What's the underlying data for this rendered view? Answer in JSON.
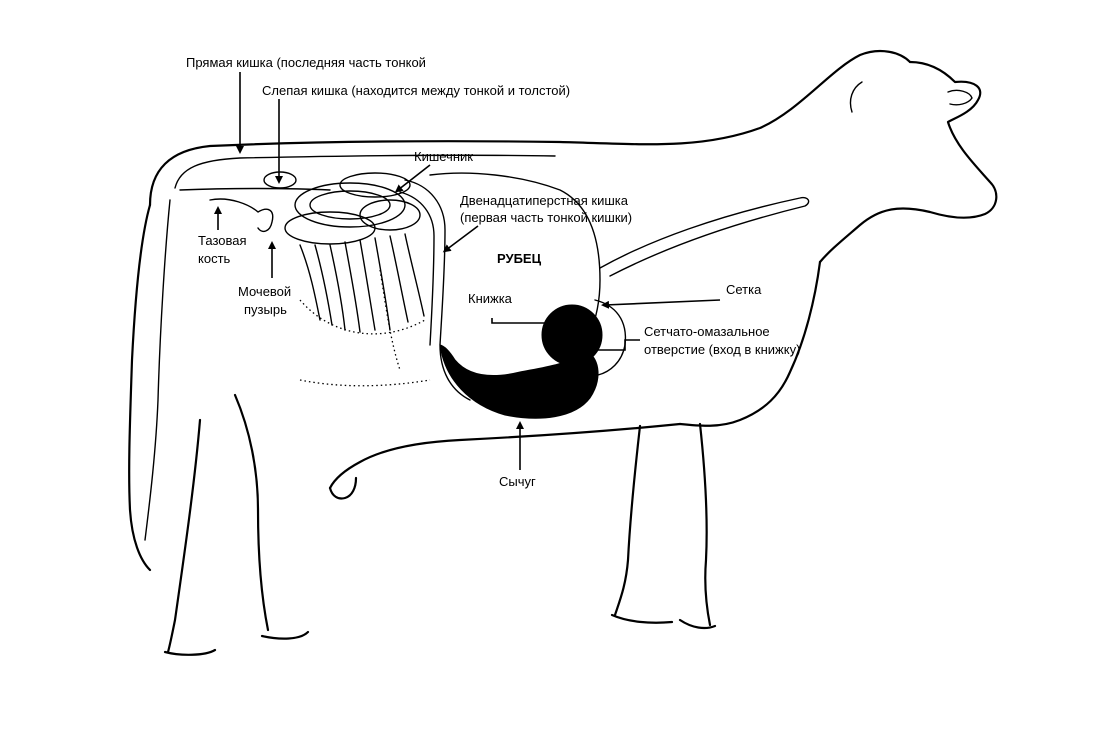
{
  "labels": {
    "rectum": "Прямая кишка (последняя часть тонкой",
    "cecum": "Слепая кишка (находится между тонкой и толстой)",
    "intestine": "Кишечник",
    "duodenum_1": "Двенадцатиперстная кишка",
    "duodenum_2": "(первая часть тонкой кишки)",
    "pelvic_1": "Тазовая",
    "pelvic_2": "кость",
    "bladder_1": "Мочевой",
    "bladder_2": "пузырь",
    "rumen": "РУБЕЦ",
    "omasum": "Книжка",
    "reticulum": "Сетка",
    "orifice_1": "Сетчато-омазальное",
    "orifice_2": "отверстие (вход в книжку)",
    "abomasum": "Сычуг"
  }
}
